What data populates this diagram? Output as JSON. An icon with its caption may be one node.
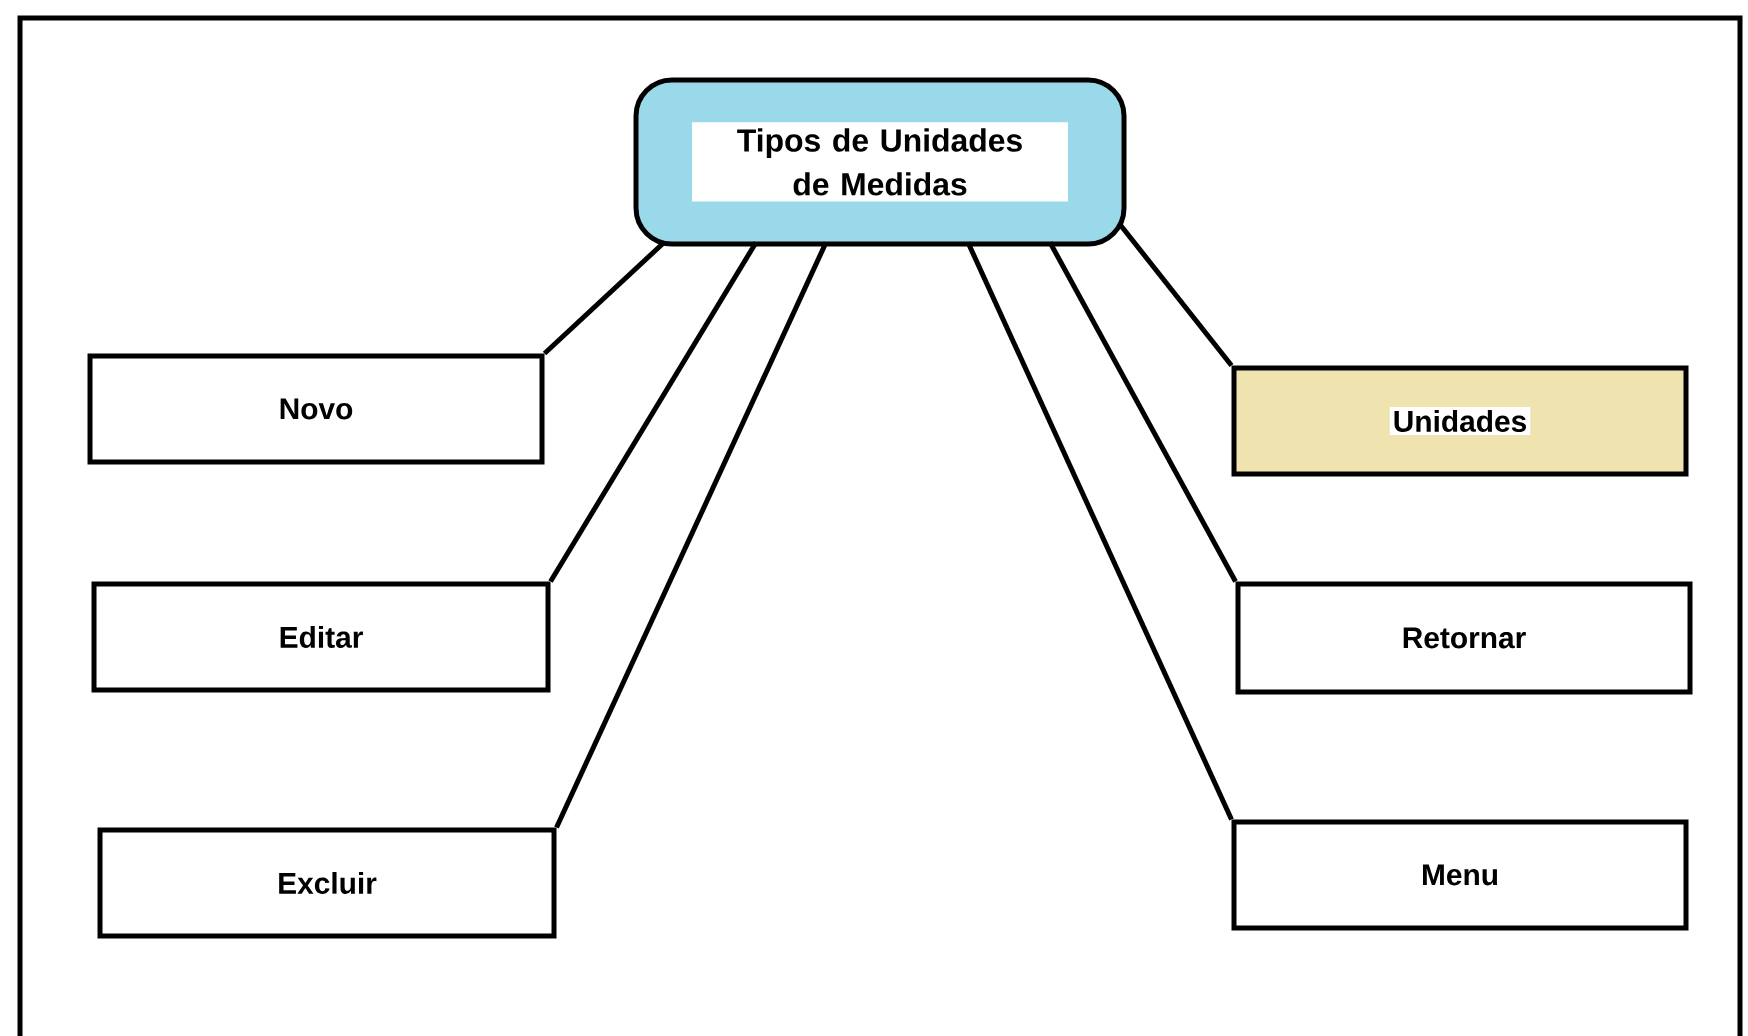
{
  "diagram": {
    "nodes": [
      {
        "text": [
          "Tipos de Unidades de Medidas"
        ]
      },
      {
        "text": [
          "Novo"
        ]
      },
      {
        "text": [
          "Editar"
        ]
      },
      {
        "text": [
          "Excluir"
        ]
      },
      {
        "text": [
          "Unidades"
        ]
      },
      {
        "text": [
          "Retornar"
        ]
      },
      {
        "text": [
          "Menu"
        ]
      }
    ],
    "edges": [
      {
        "from": 0,
        "to": 1,
        "arrow": "none"
      },
      {
        "from": 0,
        "to": 2,
        "arrow": "none"
      },
      {
        "from": 0,
        "to": 3,
        "arrow": "none"
      },
      {
        "from": 0,
        "to": 4,
        "arrow": "none"
      },
      {
        "from": 0,
        "to": 5,
        "arrow": "none"
      },
      {
        "from": 0,
        "to": 6,
        "arrow": "none"
      }
    ]
  }
}
